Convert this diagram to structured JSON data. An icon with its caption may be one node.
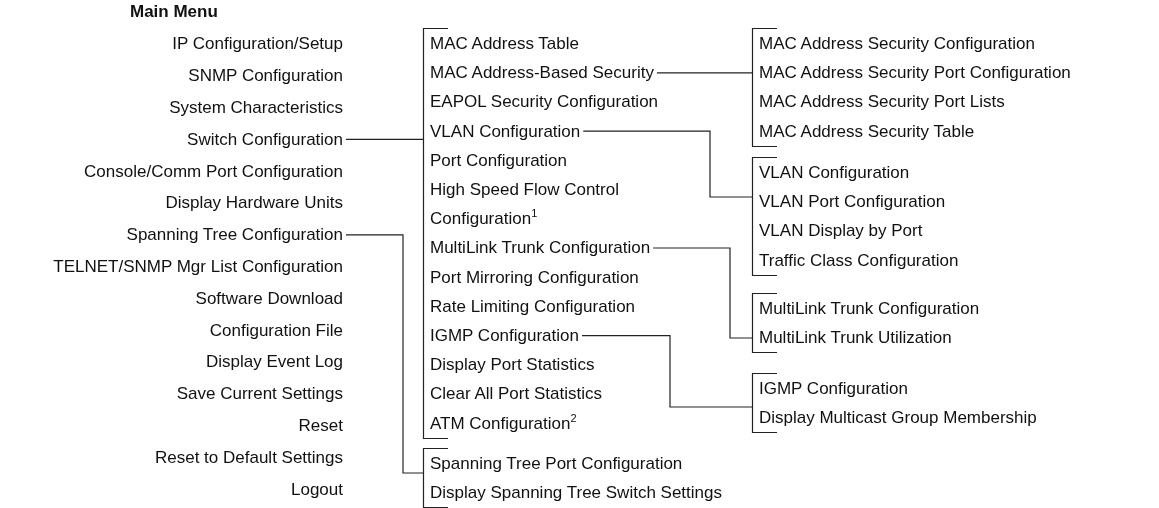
{
  "diagram": {
    "title": "Main Menu",
    "nodes": [
      {
        "text": [
          "IP Configuration/Setup"
        ]
      },
      {
        "text": [
          "SNMP Configuration"
        ]
      },
      {
        "text": [
          "System Characteristics"
        ]
      },
      {
        "text": [
          "Switch Configuration"
        ]
      },
      {
        "text": [
          "Console/Comm Port Configuration"
        ]
      },
      {
        "text": [
          "Display Hardware Units"
        ]
      },
      {
        "text": [
          "Spanning Tree Configuration"
        ]
      },
      {
        "text": [
          "TELNET/SNMP Mgr List Configuration"
        ]
      },
      {
        "text": [
          "Software Download"
        ]
      },
      {
        "text": [
          "Configuration File"
        ]
      },
      {
        "text": [
          "Display Event Log"
        ]
      },
      {
        "text": [
          "Save Current Settings"
        ]
      },
      {
        "text": [
          "Reset"
        ]
      },
      {
        "text": [
          "Reset to Default Settings"
        ]
      },
      {
        "text": [
          "Logout"
        ]
      },
      {
        "text": [],
        "shape": "bracket"
      },
      {
        "text": [
          "MAC Address Table"
        ],
        "in": 15
      },
      {
        "text": [
          "MAC Address-Based Security"
        ],
        "in": 15
      },
      {
        "text": [
          "EAPOL Security Configuration"
        ],
        "in": 15
      },
      {
        "text": [
          "VLAN Configuration"
        ],
        "in": 15
      },
      {
        "text": [
          "Port Configuration"
        ],
        "in": 15
      },
      {
        "text": [
          "High Speed Flow Control Configuration$^{1}$"
        ],
        "in": 15
      },
      {
        "text": [
          "MultiLink Trunk Configuration"
        ],
        "in": 15
      },
      {
        "text": [
          "Port Mirroring Configuration"
        ],
        "in": 15
      },
      {
        "text": [
          "Rate Limiting Configuration"
        ],
        "in": 15
      },
      {
        "text": [
          "IGMP Configuration"
        ],
        "in": 15
      },
      {
        "text": [
          "Display Port Statistics"
        ],
        "in": 15
      },
      {
        "text": [
          "Clear All Port Statistics"
        ],
        "in": 15
      },
      {
        "text": [
          "ATM Configuration$^{2}$"
        ],
        "in": 15
      },
      {
        "text": [],
        "shape": "bracket"
      },
      {
        "text": [
          "Spanning Tree Port Configuration"
        ],
        "in": 29
      },
      {
        "text": [
          "Display Spanning Tree Switch Settings"
        ],
        "in": 29
      },
      {
        "text": [],
        "shape": "bracket"
      },
      {
        "text": [
          "MAC Address Security Configuration"
        ],
        "in": 32
      },
      {
        "text": [
          "MAC Address Security Port Configuration"
        ],
        "in": 32
      },
      {
        "text": [
          "MAC Address Security Port Lists"
        ],
        "in": 32
      },
      {
        "text": [
          "MAC Address Security Table"
        ],
        "in": 32
      },
      {
        "text": [],
        "shape": "bracket"
      },
      {
        "text": [
          "VLAN Configuration"
        ],
        "in": 37
      },
      {
        "text": [
          "VLAN Port Configuration"
        ],
        "in": 37
      },
      {
        "text": [
          "VLAN Display by Port"
        ],
        "in": 37
      },
      {
        "text": [
          "Traffic Class Configuration"
        ],
        "in": 37
      },
      {
        "text": [],
        "shape": "bracket"
      },
      {
        "text": [
          "MultiLink Trunk Configuration"
        ],
        "in": 42
      },
      {
        "text": [
          "MultiLink Trunk Utilization"
        ],
        "in": 42
      },
      {
        "text": [],
        "shape": "bracket"
      },
      {
        "text": [
          "IGMP Configuration"
        ],
        "in": 45
      },
      {
        "text": [
          "Display Multicast Group Membership"
        ],
        "in": 45
      }
    ],
    "edges": [
      {
        "from": 3,
        "to": 15,
        "arrow": "none"
      },
      {
        "from": 6,
        "to": 29,
        "arrow": "none"
      },
      {
        "from": 17,
        "to": 32,
        "arrow": "none"
      },
      {
        "from": 19,
        "to": 37,
        "arrow": "none"
      },
      {
        "from": 22,
        "to": 42,
        "arrow": "none"
      },
      {
        "from": 25,
        "to": 45,
        "arrow": "none"
      }
    ]
  }
}
